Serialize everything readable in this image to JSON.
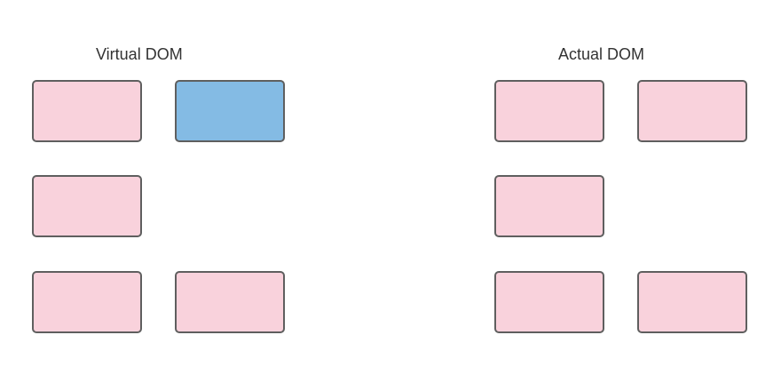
{
  "diagram": {
    "colors": {
      "node_fill": "#f9d2dc",
      "node_highlight_fill": "#84bbe4",
      "node_border": "#5f5f5f",
      "title_text": "#333333"
    },
    "panels": [
      {
        "id": "virtual",
        "title": "Virtual DOM",
        "nodes": [
          {
            "row": 1,
            "col": 1,
            "highlighted": false
          },
          {
            "row": 1,
            "col": 2,
            "highlighted": true
          },
          {
            "row": 2,
            "col": 1,
            "highlighted": false
          },
          {
            "row": 3,
            "col": 1,
            "highlighted": false
          },
          {
            "row": 3,
            "col": 2,
            "highlighted": false
          }
        ]
      },
      {
        "id": "actual",
        "title": "Actual DOM",
        "nodes": [
          {
            "row": 1,
            "col": 1,
            "highlighted": false
          },
          {
            "row": 1,
            "col": 2,
            "highlighted": false
          },
          {
            "row": 2,
            "col": 1,
            "highlighted": false
          },
          {
            "row": 3,
            "col": 1,
            "highlighted": false
          },
          {
            "row": 3,
            "col": 2,
            "highlighted": false
          }
        ]
      }
    ]
  }
}
